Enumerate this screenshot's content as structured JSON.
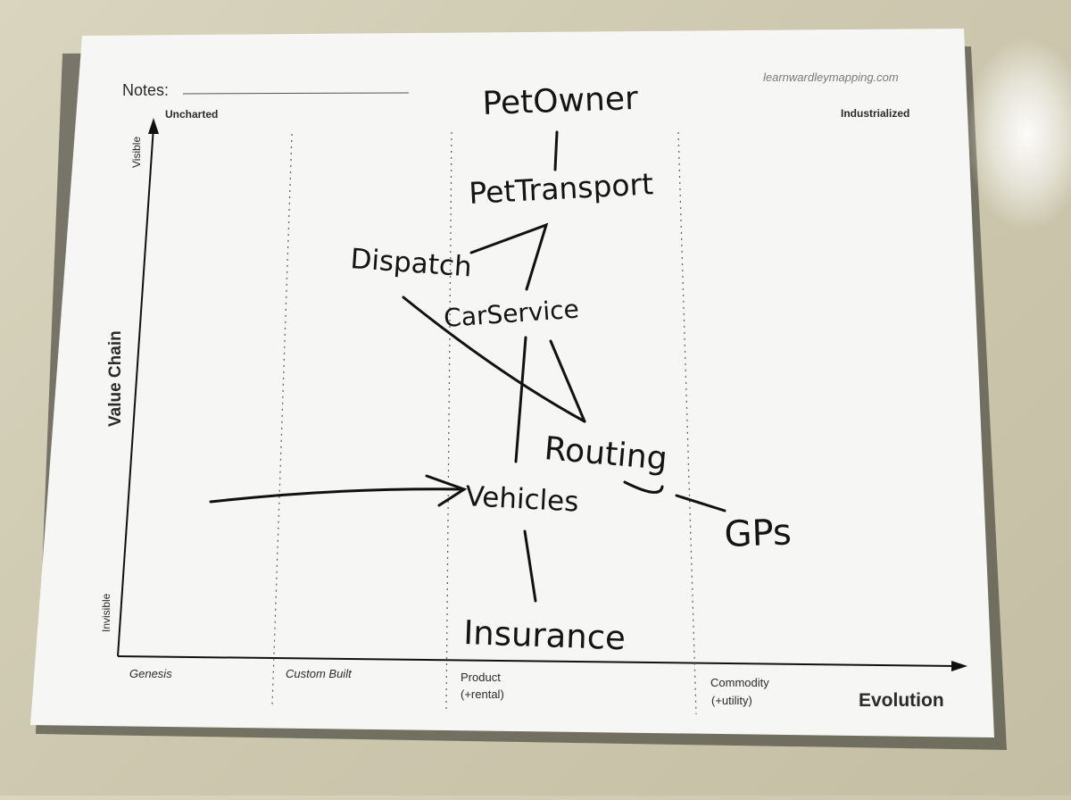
{
  "header": {
    "notes_label": "Notes:",
    "website": "learnwardleymapping.com"
  },
  "map": {
    "corner_left": "Uncharted",
    "corner_right": "Industrialized",
    "y_axis_label": "Value Chain",
    "y_top": "Visible",
    "y_bottom": "Invisible",
    "x_axis_label": "Evolution",
    "stages": {
      "genesis": "Genesis",
      "custom": "Custom Built",
      "product_line1": "Product",
      "product_line2": "(+rental)",
      "commodity_line1": "Commodity",
      "commodity_line2": "(+utility)"
    }
  },
  "components": {
    "pet_owner": "PetOwner",
    "pet_transport": "PetTransport",
    "dispatch": "Dispatch",
    "car_service": "CarService",
    "routing": "Routing",
    "vehicles": "Vehicles",
    "gps": "GPs",
    "insurance": "Insurance"
  }
}
